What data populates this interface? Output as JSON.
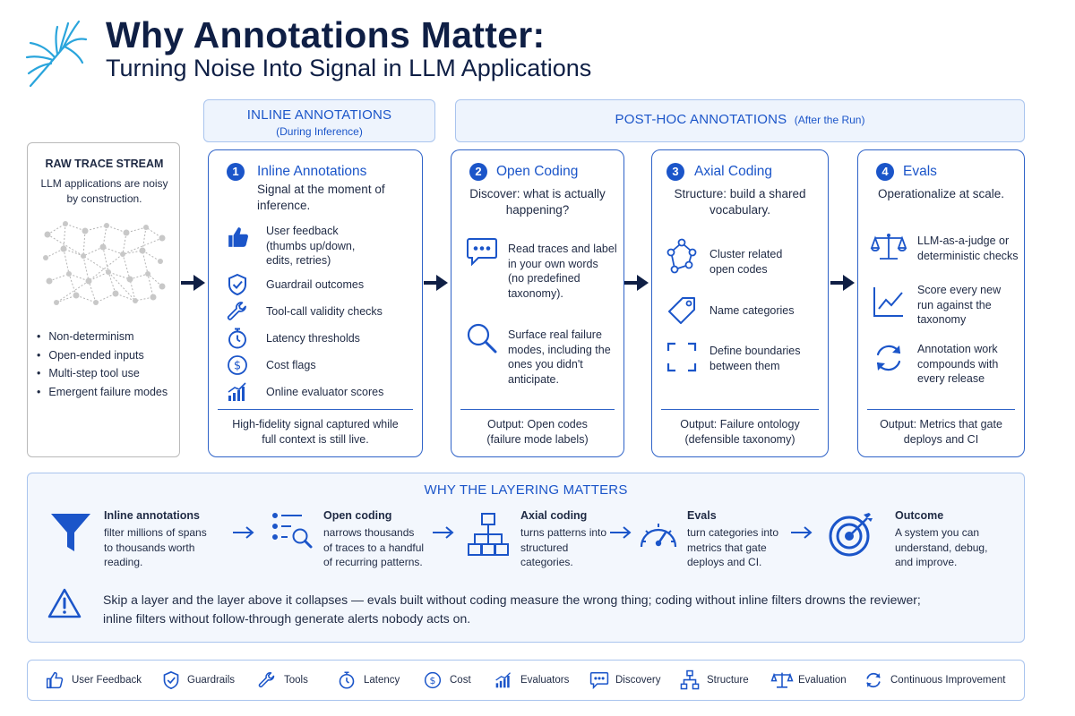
{
  "header": {
    "title": "Why Annotations Matter:",
    "subtitle": "Turning Noise Into Signal in LLM Applications"
  },
  "sections": {
    "inline": {
      "title": "INLINE ANNOTATIONS",
      "subtitle": "(During Inference)"
    },
    "posthoc": {
      "title": "POST-HOC ANNOTATIONS",
      "subtitle": "(After the Run)"
    }
  },
  "raw": {
    "title": "RAW TRACE STREAM",
    "line1": "LLM applications are noisy",
    "line2": "by construction.",
    "bullets": [
      "Non-determinism",
      "Open-ended inputs",
      "Multi-step tool use",
      "Emergent failure modes"
    ]
  },
  "cards": [
    {
      "num": "1",
      "title": "Inline Annotations",
      "sub": [
        "Signal at the moment of",
        "inference."
      ],
      "items": [
        {
          "icon": "thumbs-up-icon",
          "lines": [
            "User feedback",
            "(thumbs up/down,",
            "edits, retries)"
          ]
        },
        {
          "icon": "shield-icon",
          "lines": [
            "Guardrail outcomes"
          ]
        },
        {
          "icon": "wrench-icon",
          "lines": [
            "Tool-call validity checks"
          ]
        },
        {
          "icon": "stopwatch-icon",
          "lines": [
            "Latency thresholds"
          ]
        },
        {
          "icon": "dollar-icon",
          "lines": [
            "Cost flags"
          ]
        },
        {
          "icon": "trend-bars-icon",
          "lines": [
            "Online evaluator scores"
          ]
        }
      ],
      "footer": [
        "High-fidelity signal captured while",
        "full context is still live."
      ]
    },
    {
      "num": "2",
      "title": "Open Coding",
      "sub": [
        "Discover: what is actually",
        "happening?"
      ],
      "items": [
        {
          "icon": "chat-bubble-icon",
          "lines": [
            "Read traces and label",
            "in your own words",
            "(no predefined",
            "taxonomy)."
          ]
        },
        {
          "icon": "magnifier-icon",
          "lines": [
            "Surface real failure",
            "modes, including the",
            "ones you didn't",
            "anticipate."
          ]
        }
      ],
      "footer": [
        "Output: Open codes",
        "(failure mode labels)"
      ]
    },
    {
      "num": "3",
      "title": "Axial Coding",
      "sub": [
        "Structure: build a shared",
        "vocabulary."
      ],
      "items": [
        {
          "icon": "network-icon",
          "lines": [
            "Cluster related",
            "open codes"
          ]
        },
        {
          "icon": "tag-icon",
          "lines": [
            "Name categories"
          ]
        },
        {
          "icon": "boundary-icon",
          "lines": [
            "Define boundaries",
            "between them"
          ]
        }
      ],
      "footer": [
        "Output: Failure ontology",
        "(defensible taxonomy)"
      ]
    },
    {
      "num": "4",
      "title": "Evals",
      "sub": [
        "Operationalize at scale."
      ],
      "items": [
        {
          "icon": "scales-icon",
          "lines": [
            "LLM-as-a-judge or",
            "deterministic checks"
          ]
        },
        {
          "icon": "line-chart-icon",
          "lines": [
            "Score every new",
            "run against the",
            "taxonomy"
          ]
        },
        {
          "icon": "refresh-icon",
          "lines": [
            "Annotation work",
            "compounds with",
            "every release"
          ]
        }
      ],
      "footer": [
        "Output: Metrics that gate",
        "deploys and CI"
      ]
    }
  ],
  "layering": {
    "title": "WHY THE LAYERING MATTERS",
    "steps": [
      {
        "icon": "funnel-icon",
        "title": "Inline annotations",
        "lines": [
          "filter millions of spans",
          "to thousands worth",
          "reading."
        ]
      },
      {
        "icon": "list-search-icon",
        "title": "Open coding",
        "lines": [
          "narrows thousands",
          "of traces to a handful",
          "of recurring patterns."
        ]
      },
      {
        "icon": "hierarchy-icon",
        "title": "Axial coding",
        "lines": [
          "turns patterns into",
          "structured",
          "categories."
        ]
      },
      {
        "icon": "gauge-icon",
        "title": "Evals",
        "lines": [
          "turn categories into",
          "metrics that gate",
          "deploys and CI."
        ]
      },
      {
        "icon": "target-icon",
        "title": "Outcome",
        "lines": [
          "A system you can",
          "understand, debug,",
          "and improve."
        ]
      }
    ],
    "warning": [
      "Skip a layer and the layer above it collapses — evals built without coding measure the wrong thing; coding without inline filters drowns the reviewer;",
      "inline filters without follow-through generate alerts nobody acts on."
    ]
  },
  "legend": [
    {
      "icon": "thumbs-up-icon",
      "label": "User Feedback"
    },
    {
      "icon": "shield-icon",
      "label": "Guardrails"
    },
    {
      "icon": "wrench-icon",
      "label": "Tools"
    },
    {
      "icon": "stopwatch-icon",
      "label": "Latency"
    },
    {
      "icon": "dollar-icon",
      "label": "Cost"
    },
    {
      "icon": "trend-bars-icon",
      "label": "Evaluators"
    },
    {
      "icon": "chat-bubble-icon",
      "label": "Discovery"
    },
    {
      "icon": "hierarchy-icon",
      "label": "Structure"
    },
    {
      "icon": "scales-icon",
      "label": "Evaluation"
    },
    {
      "icon": "refresh-icon",
      "label": "Continuous Improvement"
    }
  ],
  "colors": {
    "accent": "#1b55c9",
    "navy": "#0f1f45",
    "panel": "#eef4fd",
    "border": "#2f63c8"
  }
}
